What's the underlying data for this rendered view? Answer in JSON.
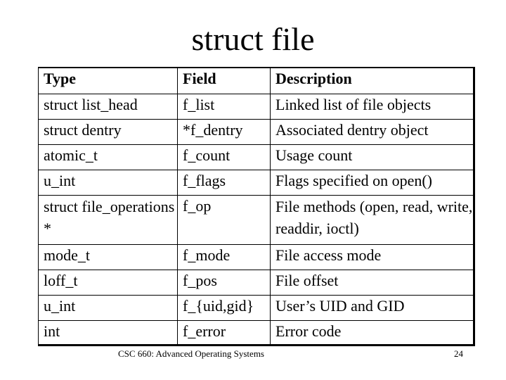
{
  "slide": {
    "title": "struct file",
    "footer": "CSC 660: Advanced Operating Systems",
    "page_number": "24"
  },
  "table": {
    "headers": [
      "Type",
      "Field",
      "Description"
    ],
    "rows": [
      [
        "struct list_head",
        "f_list",
        "Linked list of file objects"
      ],
      [
        "struct dentry",
        "*f_dentry",
        "Associated dentry object"
      ],
      [
        "atomic_t",
        "f_count",
        "Usage count"
      ],
      [
        "u_int",
        "f_flags",
        "Flags specified on open()"
      ],
      [
        "struct file_operations *",
        "f_op",
        "File methods (open, read, write, readdir, ioctl)"
      ],
      [
        "mode_t",
        "f_mode",
        "File access mode"
      ],
      [
        "loff_t",
        "f_pos",
        "File offset"
      ],
      [
        "u_int",
        "f_{uid,gid}",
        "User’s UID and GID"
      ],
      [
        "int",
        "f_error",
        "Error code"
      ]
    ]
  }
}
